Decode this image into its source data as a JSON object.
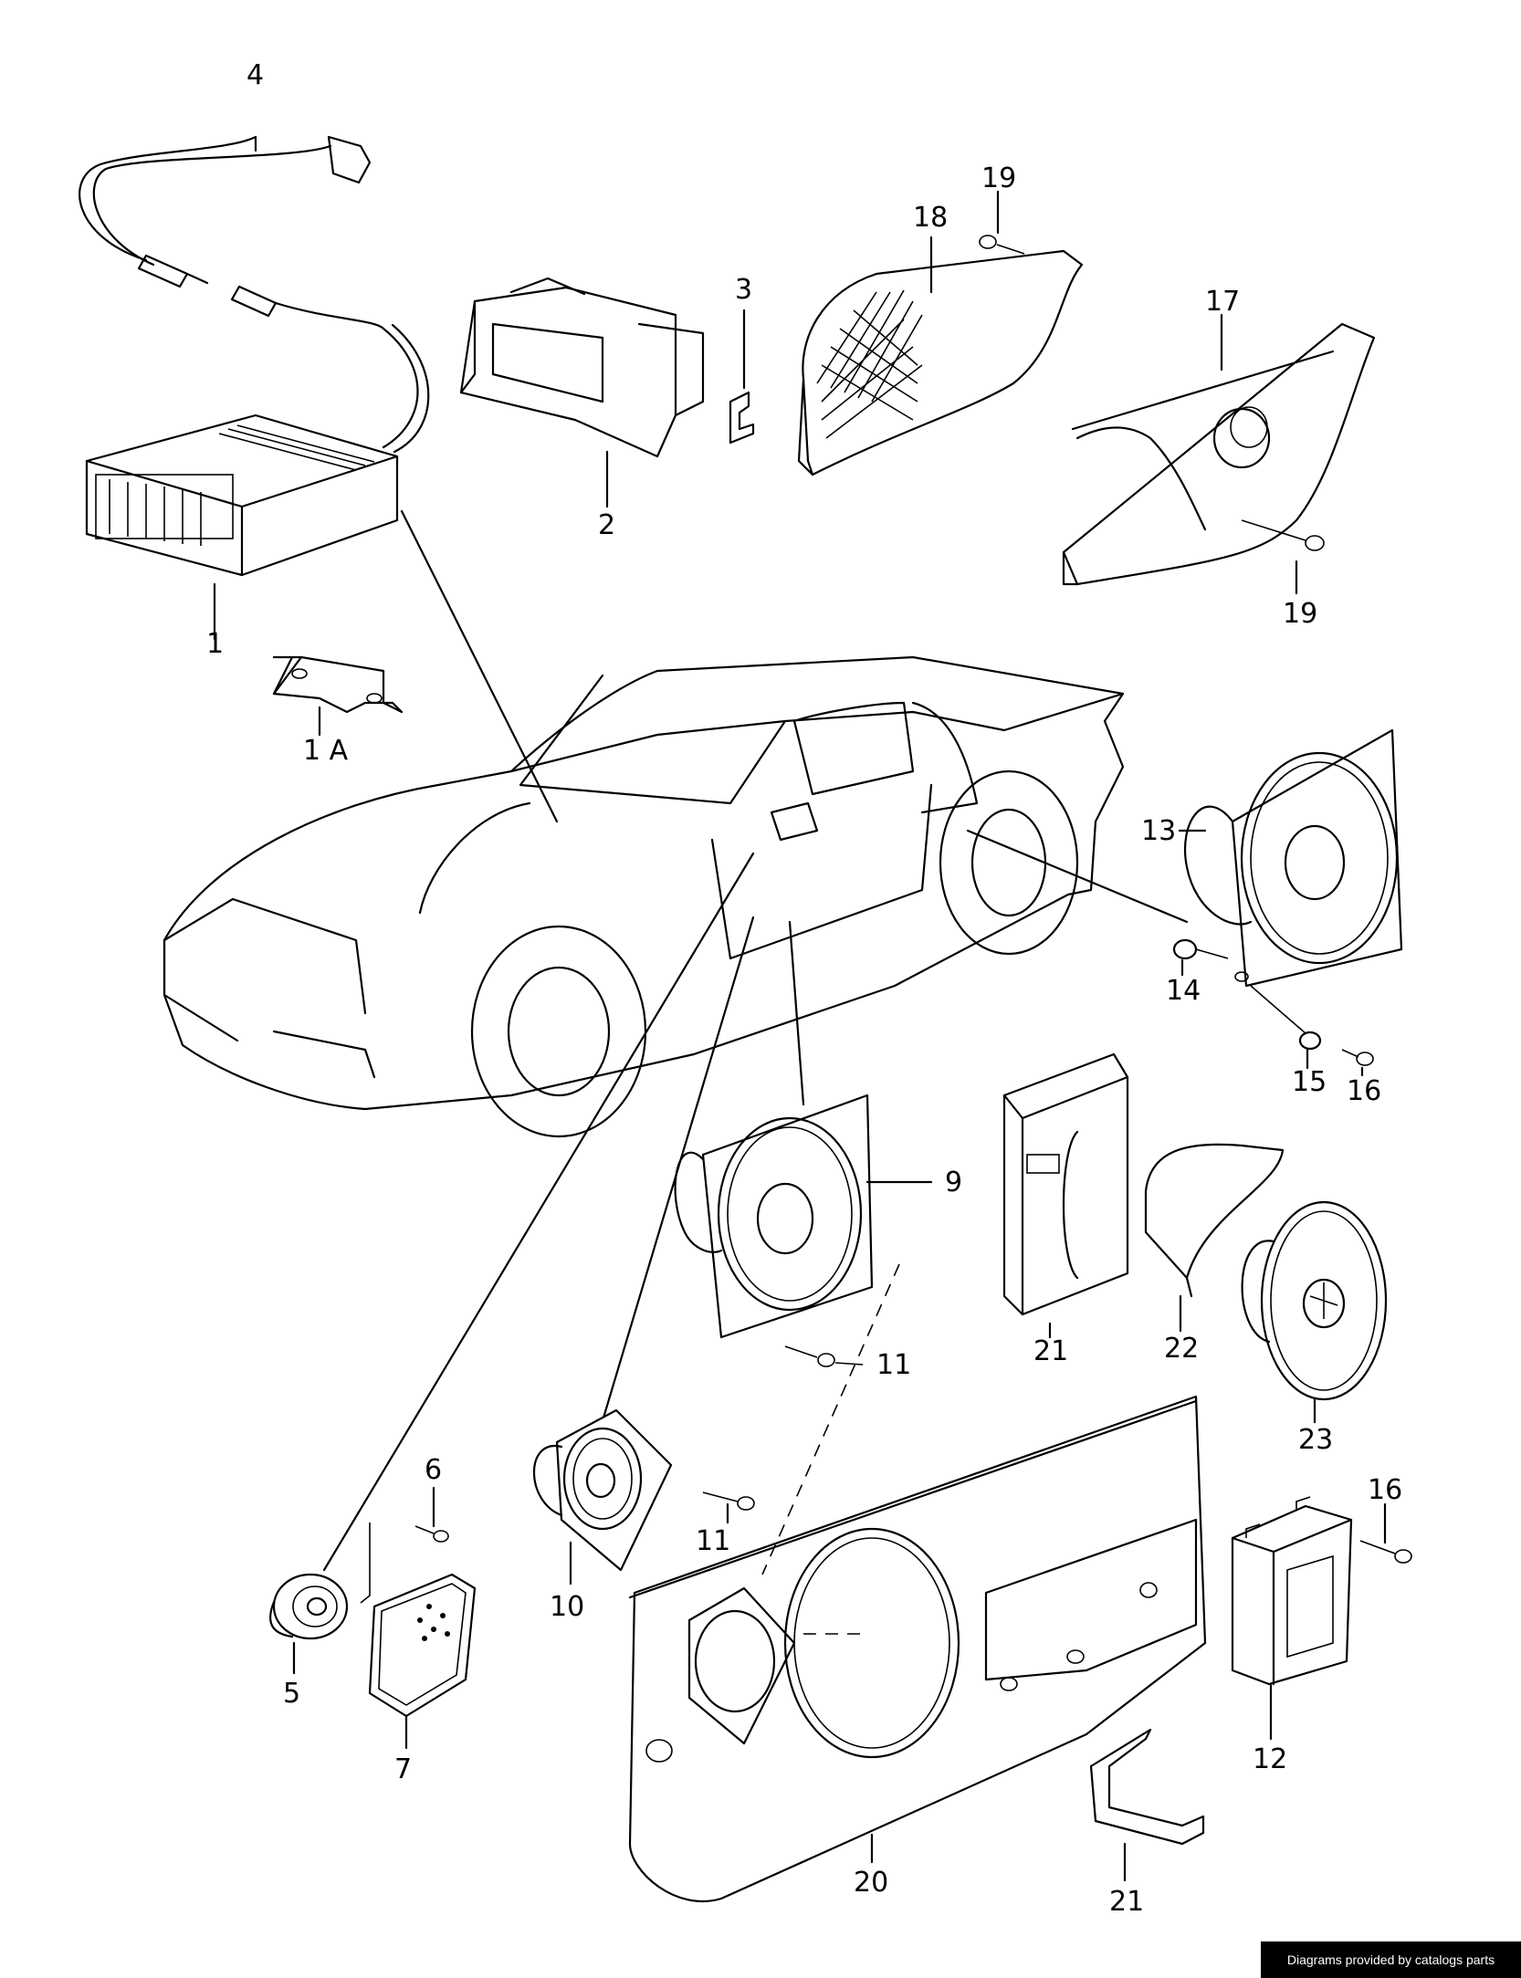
{
  "labels": {
    "p1": "1",
    "p1a": "1 A",
    "p2": "2",
    "p3": "3",
    "p4": "4",
    "p5": "5",
    "p6": "6",
    "p7": "7",
    "p9": "9",
    "p10": "10",
    "p11a": "11",
    "p11b": "11",
    "p12": "12",
    "p13": "13",
    "p14": "14",
    "p15": "15",
    "p16a": "16",
    "p16b": "16",
    "p17": "17",
    "p18": "18",
    "p19a": "19",
    "p19b": "19",
    "p20": "20",
    "p21a": "21",
    "p21b": "21",
    "p22": "22",
    "p23": "23"
  },
  "footer": {
    "credit": "Diagrams provided by catalogs parts"
  }
}
